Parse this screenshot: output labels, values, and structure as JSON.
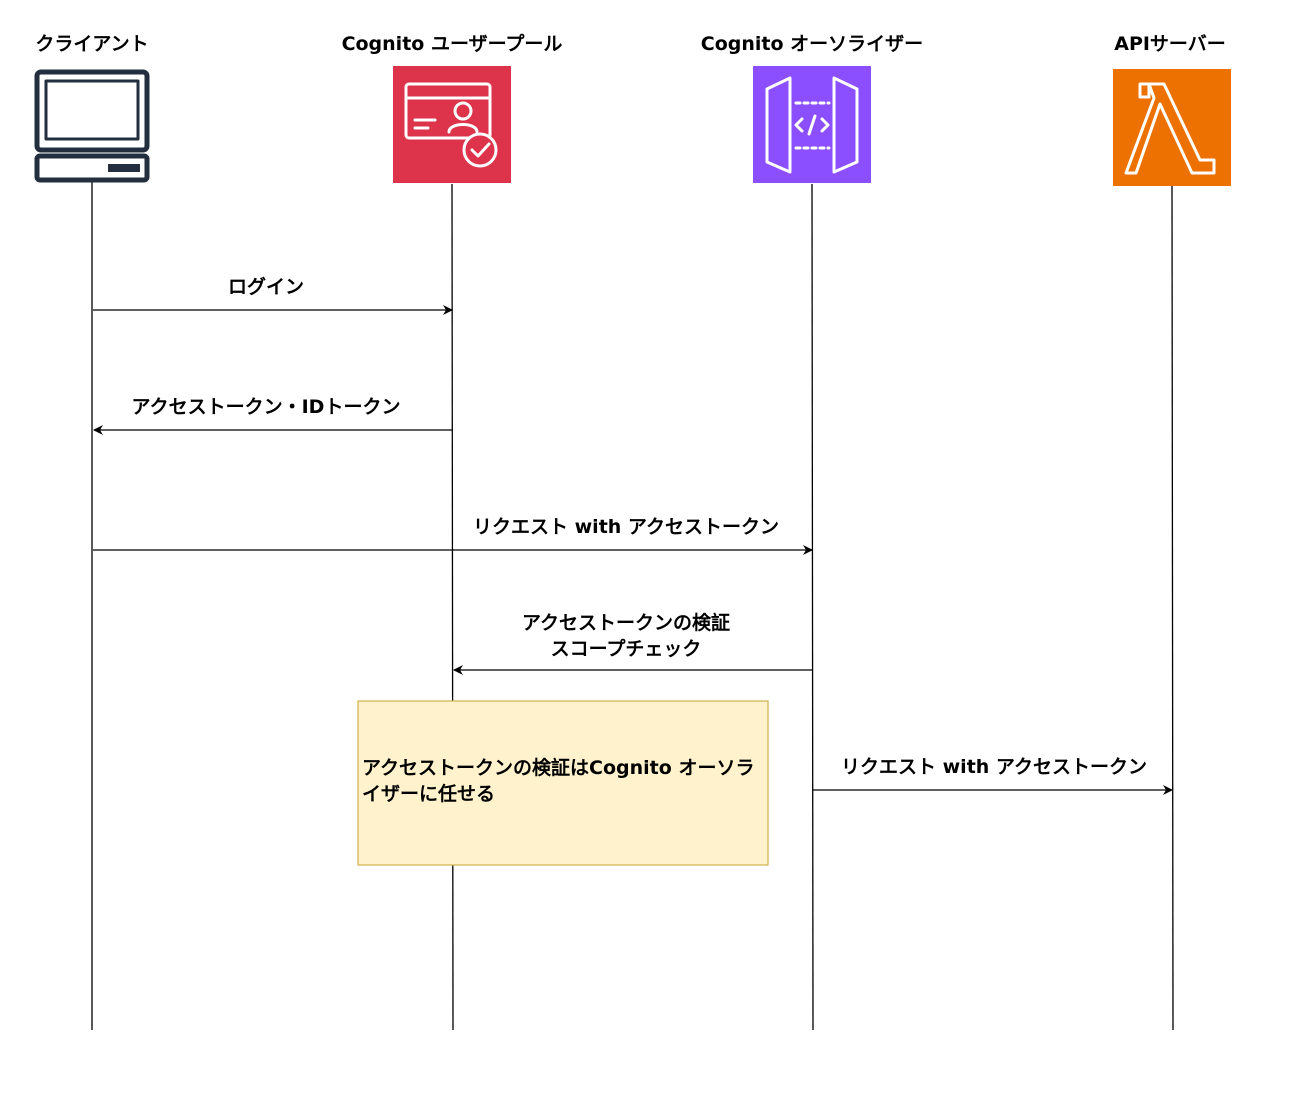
{
  "participants": [
    {
      "id": "client",
      "label": "クライアント",
      "icon": "desktop-client-icon"
    },
    {
      "id": "userpool",
      "label": "Cognito ユーザープール",
      "icon": "cognito-user-pool-icon",
      "color": "#DD344C"
    },
    {
      "id": "authorizer",
      "label": "Cognito オーソライザー",
      "icon": "api-gateway-icon",
      "color": "#8C4FFF"
    },
    {
      "id": "api",
      "label": "APIサーバー",
      "icon": "lambda-icon",
      "color": "#ED7100"
    }
  ],
  "messages": [
    {
      "id": "login",
      "from": "client",
      "to": "userpool",
      "label": "ログイン"
    },
    {
      "id": "tokens",
      "from": "userpool",
      "to": "client",
      "label": "アクセストークン・IDトークン"
    },
    {
      "id": "request1",
      "from": "client",
      "to": "authorizer",
      "label": "リクエスト with アクセストークン"
    },
    {
      "id": "verify",
      "from": "authorizer",
      "to": "userpool",
      "label_line1": "アクセストークンの検証",
      "label_line2": "スコープチェック"
    },
    {
      "id": "request2",
      "from": "authorizer",
      "to": "api",
      "label": "リクエスト with アクセストークン"
    }
  ],
  "note": {
    "text": "アクセストークンの検証はCognito オーソライザーに任せる",
    "fill": "#FFF2CC",
    "stroke": "#D6B656"
  },
  "colors": {
    "line": "#000000",
    "client_icon": "#232F3E"
  }
}
